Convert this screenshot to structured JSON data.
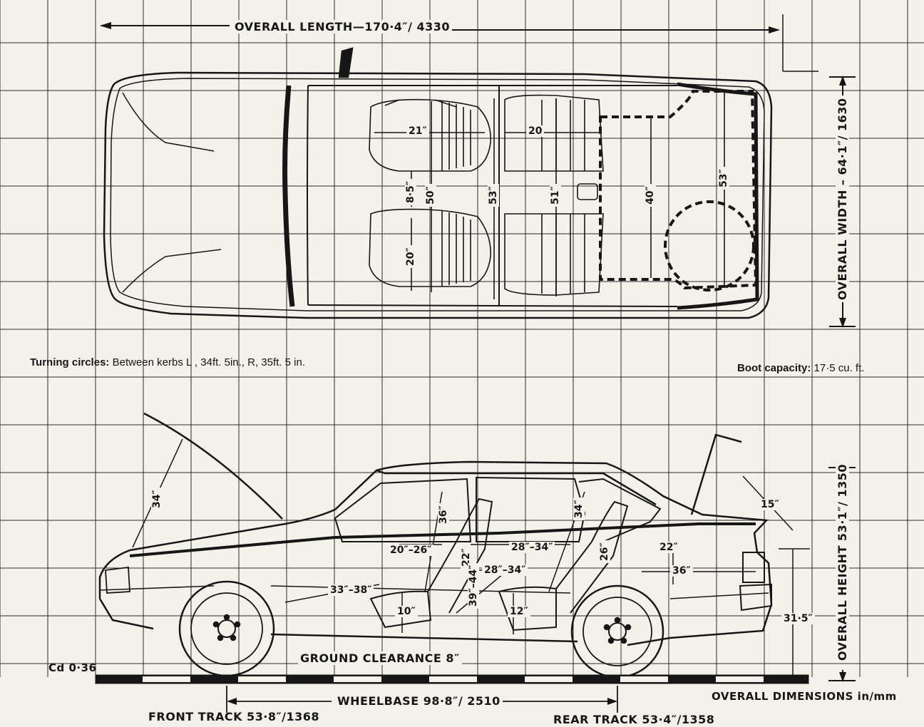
{
  "labels": {
    "overall_length": "OVERALL LENGTH—170·4″/ 4330",
    "overall_width": "OVERALL WIDTH – 64·1″/ 1630",
    "overall_height": "OVERALL HEIGHT  53·1″/ 1350",
    "turning_circles_label": "Turning circles:",
    "turning_circles_value": "Between kerbs L , 34ft.   5in., R, 35ft.  5 in.",
    "boot_capacity_label": "Boot capacity:",
    "boot_capacity_value": "17·5  cu. ft.",
    "ground_clearance": "GROUND CLEARANCE  8″",
    "wheelbase": "WHEELBASE 98·8″/ 2510",
    "front_track": "FRONT TRACK  53·8″/1368",
    "rear_track": "REAR TRACK  53·4″/1358",
    "overall_dimensions": "OVERALL DIMENSIONS  in/mm",
    "cd": "Cd 0·36"
  },
  "plan_dims": {
    "front_seat_width": "21″",
    "rear_seat_width": "20",
    "seat_gap": "8·5″",
    "front_cabin_width": "50″",
    "seat_depth": "20″",
    "mid_cabin_width": "53″",
    "rear_cabin_width": "51″",
    "boot_width": "40″",
    "boot_rear_width": "53″"
  },
  "side_dims": {
    "bonnet_open": "34″",
    "front_headroom": "36″",
    "rear_headroom": "34″",
    "front_seat_height": "20″–26″",
    "front_seat_back": "22″",
    "rear_legroom_top": "28″–34″",
    "rear_legroom_low": "28″–34″",
    "rear_seat_back": "26″",
    "front_legroom": "33″–38″",
    "front_cushion_height": "10″",
    "rear_knee": "39″–44″",
    "rear_cushion_height": "12″",
    "boot_lid": "15″",
    "boot_height": "22″",
    "boot_length": "36″",
    "sill_height": "31·5″"
  }
}
